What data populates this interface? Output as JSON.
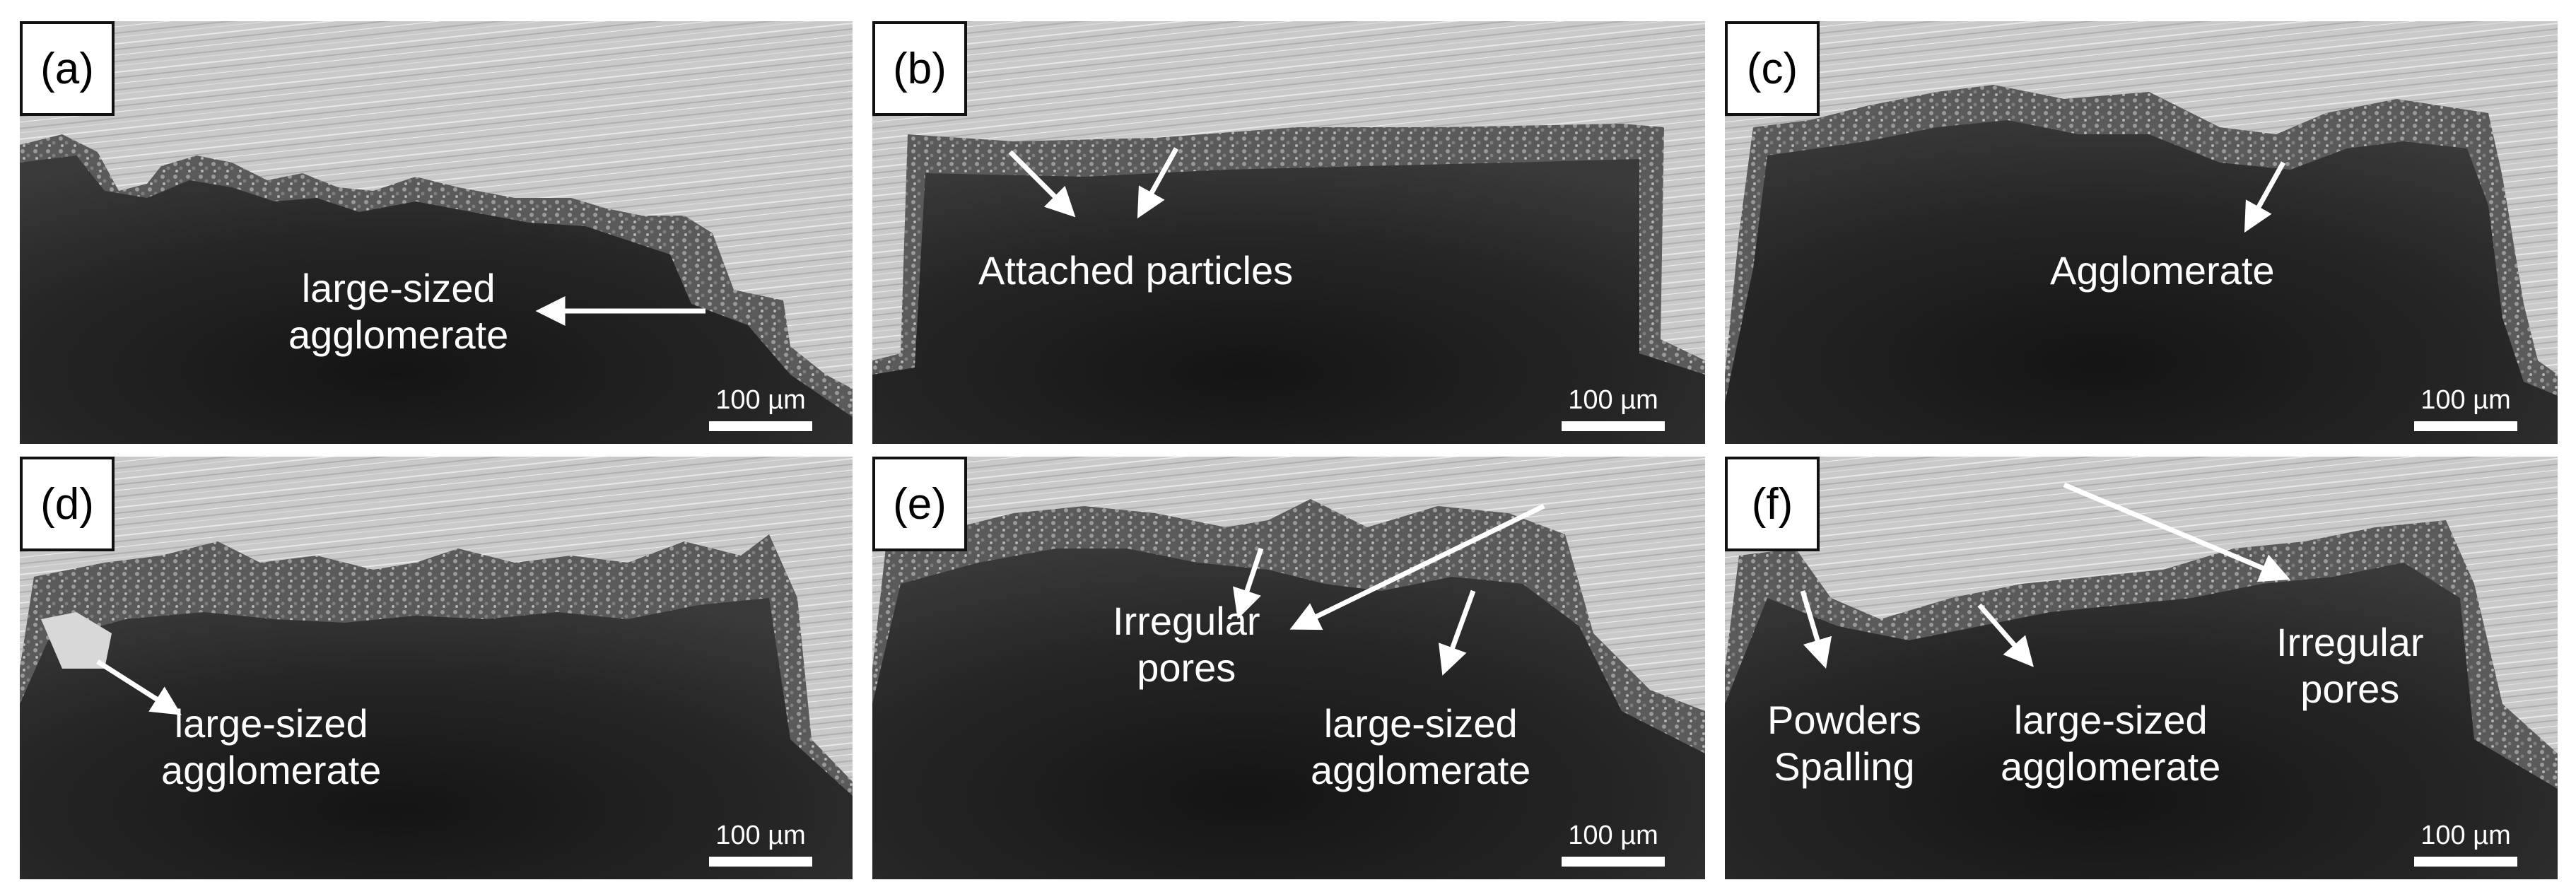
{
  "figure": {
    "panels": [
      {
        "id": "a",
        "letter": "(a)",
        "scale": "100 µm",
        "annotations": [
          "large-sized\nagglomerate"
        ]
      },
      {
        "id": "b",
        "letter": "(b)",
        "scale": "100 µm",
        "annotations": [
          "Attached particles"
        ]
      },
      {
        "id": "c",
        "letter": "(c)",
        "scale": "100 µm",
        "annotations": [
          "Agglomerate"
        ]
      },
      {
        "id": "d",
        "letter": "(d)",
        "scale": "100 µm",
        "annotations": [
          "large-sized\nagglomerate"
        ]
      },
      {
        "id": "e",
        "letter": "(e)",
        "scale": "100 µm",
        "annotations": [
          "Irregular\npores",
          "large-sized\nagglomerate"
        ]
      },
      {
        "id": "f",
        "letter": "(f)",
        "scale": "100 µm",
        "annotations": [
          "Powders\nSpalling",
          "large-sized\nagglomerate",
          "Irregular\npores"
        ]
      }
    ]
  },
  "colors": {
    "matrix": "#c8c8c8",
    "pore": "#222222",
    "annotation": "#ffffff"
  }
}
